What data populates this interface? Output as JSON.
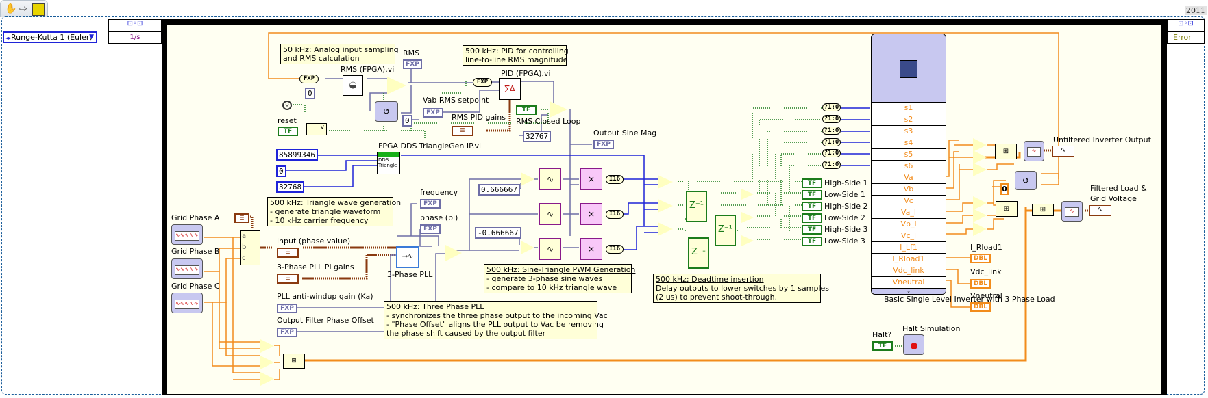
{
  "toolbar": {
    "tools": [
      "hand-tool",
      "arrow-tool",
      "simulation-icon"
    ],
    "version": "2011"
  },
  "sim_loop": {
    "solver": "Runge-Kutta 1 (Euler)",
    "integrator_glyph": "1/s",
    "output_terminal": "Error"
  },
  "notes": {
    "analog": [
      "50 kHz: Analog input sampling",
      "and RMS calculation"
    ],
    "pid": [
      "500 kHz: PID for controlling",
      "line-to-line RMS magnitude"
    ],
    "triangle": [
      "500 kHz: Triangle wave generation",
      "- generate triangle waveform",
      "- 10 kHz carrier frequency"
    ],
    "pwm": [
      "500 kHz: Sine-Triangle PWM Generation",
      "- generate 3-phase sine waves",
      "- compare to 10 kHz triangle wave"
    ],
    "pll": [
      "500 kHz: Three Phase PLL",
      "- synchronizes the three phase output to the incoming Vac",
      "- \"Phase Offset\" aligns the PLL output to Vac be removing",
      "the phase shift caused by the output filter"
    ],
    "deadtime": [
      "500 kHz: Deadtime insertion",
      "Delay outputs to lower switches by 1 samples",
      "(2 us) to prevent shoot-through."
    ]
  },
  "labels": {
    "rms": "RMS",
    "rms_vi": "RMS (FPGA).vi",
    "pid_vi": "PID (FPGA).vi",
    "vab_setpoint": "Vab RMS setpoint",
    "rms_pid_gains": "RMS PID gains",
    "rms_closed_loop": "RMS Closed Loop",
    "reset": "reset",
    "output_sine_mag": "Output Sine Mag",
    "dds_vi": "FPGA DDS TriangleGen IP.vi",
    "frequency": "frequency",
    "phase": "phase (pi)",
    "input_phase": "input (phase value)",
    "pll_pi_gains": "3-Phase PLL PI gains",
    "pll": "3-Phase PLL",
    "pll_windup": "PLL anti-windup gain (Ka)",
    "filter_offset": "Output Filter Phase Offset",
    "grid_a": "Grid Phase A",
    "grid_b": "Grid Phase B",
    "grid_c": "Grid Phase C",
    "unfiltered": "Unfiltered Inverter Output",
    "filtered": [
      "Filtered Load &",
      "Grid Voltage"
    ],
    "i_rload1": "I_Rload1",
    "vdc_link": "Vdc_link",
    "vneutral": "Vneutral",
    "halt": "Halt?",
    "halt_sim": "Halt Simulation",
    "inverter": "Basic Single Level Inverter with 3 Phase Load"
  },
  "constants": {
    "rms_zero": "0",
    "fb_zero": "0",
    "pid_limit": "32767",
    "dds_freq": "85899346",
    "dds_phase": "0",
    "dds_amp": "32768",
    "pos_third": "0.666667",
    "neg_third": "-0.666667",
    "orange_zero": "0"
  },
  "types": {
    "fxp": "FXP",
    "tf": "TF",
    "dbl": "DBL",
    "i16": "I16",
    "bool_to_num": "?1:0",
    "cluster": "☰",
    "abc": [
      "a",
      "b",
      "c"
    ]
  },
  "gate_outputs": [
    "High-Side 1",
    "Low-Side 1",
    "High-Side 2",
    "Low-Side 2",
    "High-Side 3",
    "Low-Side 3"
  ],
  "inverter_terminals": [
    "s1",
    "s2",
    "s3",
    "s4",
    "s5",
    "s6",
    "Va",
    "Vb",
    "Vc",
    "Va_l",
    "Vb_l",
    "Vc_l",
    "I_Lf1",
    "I_Rload1",
    "Vdc_link",
    "Vneutral"
  ],
  "colors": {
    "fxp_wire": "#6e6ea6",
    "int_wire": "#1f24d8",
    "bool_wire": "#1c7c1c",
    "dbl_wire": "#f28c1c",
    "cluster_wire": "#8a3a10",
    "canvas": "#fffff2",
    "note_bg": "#ffffd8"
  }
}
